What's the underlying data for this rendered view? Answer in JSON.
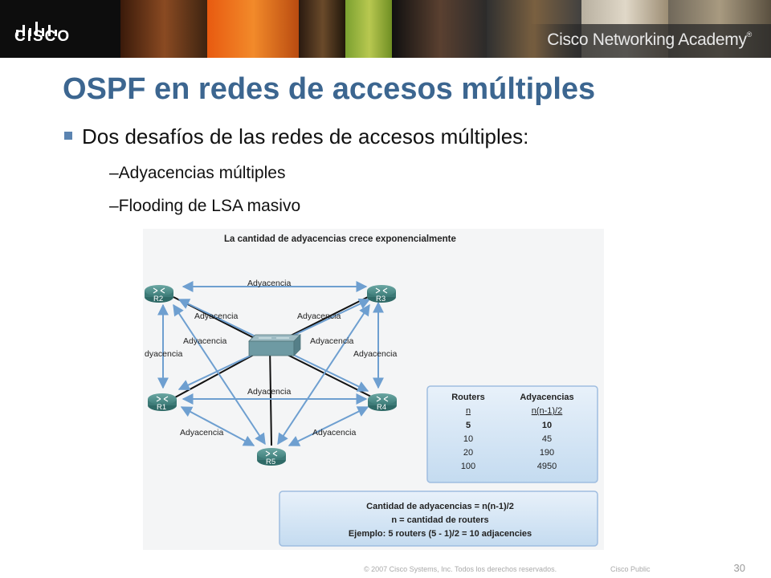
{
  "header": {
    "logo_text": "CISCO",
    "academy_title": "Cisco Networking Academy",
    "academy_tm": "®"
  },
  "slide": {
    "title": "OSPF en redes de accesos múltiples",
    "bullet_main": "Dos desafíos de las redes de accesos múltiples:",
    "sub_bullets": [
      "–Adyacencias múltiples",
      "–Flooding de LSA masivo"
    ]
  },
  "figure": {
    "heading": "La cantidad de adyacencias crece exponencialmente",
    "routers": [
      "R1",
      "R2",
      "R3",
      "R4",
      "R5"
    ],
    "adjacency_label": "Adyacencia",
    "left_cut_label": "dyacencia",
    "table": {
      "headers": [
        "Routers",
        "Adyacencias"
      ],
      "formula_row": [
        "n",
        "n(n-1)/2"
      ],
      "rows": [
        [
          "5",
          "10"
        ],
        [
          "10",
          "45"
        ],
        [
          "20",
          "190"
        ],
        [
          "100",
          "4950"
        ]
      ]
    },
    "formula_box": [
      "Cantidad de adyacencias = n(n-1)/2",
      "n = cantidad de routers",
      "Ejemplo: 5 routers (5 - 1)/2 = 10 adjacencies"
    ]
  },
  "footer": {
    "copyright": "© 2007 Cisco Systems, Inc. Todos los derechos reservados.",
    "classification": "Cisco Public",
    "page_number": "30"
  },
  "colors": {
    "title": "#3c6690",
    "arrow": "#6e9fd0",
    "router": "#3d7a77"
  }
}
